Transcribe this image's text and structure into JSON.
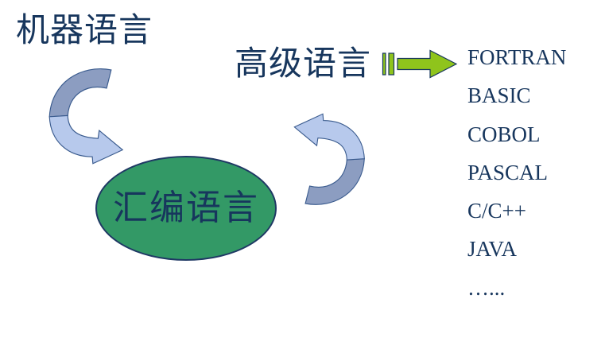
{
  "diagram": {
    "labels": {
      "machine_language": "机器语言",
      "assembly_language": "汇编语言",
      "high_level_language": "高级语言"
    },
    "languages": [
      "FORTRAN",
      "BASIC",
      "COBOL",
      "PASCAL",
      "C/C++",
      "JAVA",
      "…..."
    ],
    "icons": {
      "left_arrow": "curved-ribbon-arrow-down-right",
      "right_arrow": "curved-ribbon-arrow-up-left",
      "list_arrow": "striped-right-arrow"
    },
    "colors": {
      "text": "#17365D",
      "ellipse_fill": "#339966",
      "ellipse_stroke": "#1F3864",
      "ribbon_light_blue": "#B7C9EC",
      "ribbon_dark_blue": "#8C9DC1",
      "ribbon_stroke": "#3A5B8E",
      "striped_arrow_fill": "#8FC41C",
      "striped_arrow_stroke": "#17365D"
    }
  }
}
